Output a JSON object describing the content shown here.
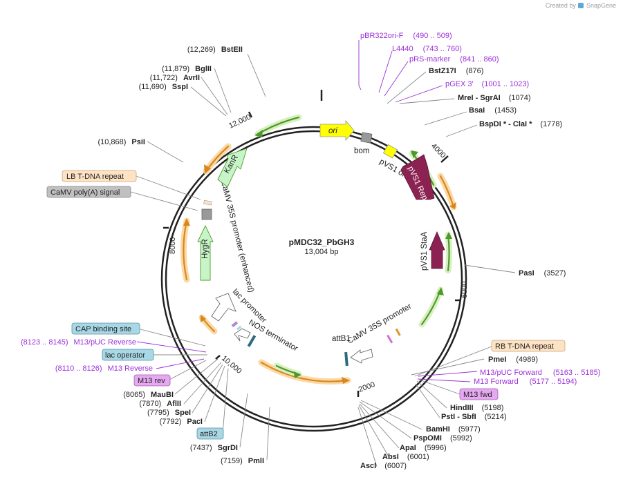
{
  "brand": {
    "created_by": "Created by",
    "app_name": "SnapGene"
  },
  "plasmid": {
    "name": "pMDC32_PbGH3",
    "size_label": "13,004 bp"
  },
  "ticks": [
    "2000",
    "4000",
    "6000",
    "8000",
    "10,000",
    "12,000"
  ],
  "sites_right": [
    {
      "name": "pBR322ori-F",
      "pos": "(490 .. 509)",
      "color": "purple"
    },
    {
      "name": "L4440",
      "pos": "(743 .. 760)",
      "color": "purple"
    },
    {
      "name": "pRS-marker",
      "pos": "(841 .. 860)",
      "color": "purple"
    },
    {
      "name": "BstZ17I",
      "pos": "(876)",
      "color": "black"
    },
    {
      "name": "pGEX 3'",
      "pos": "(1001 .. 1023)",
      "color": "purple"
    },
    {
      "name": "MreI - SgrAI",
      "pos": "(1074)",
      "color": "black"
    },
    {
      "name": "BsaI",
      "pos": "(1453)",
      "color": "black"
    },
    {
      "name": "BspDI * - ClaI *",
      "pos": "(1778)",
      "color": "black"
    },
    {
      "name": "PasI",
      "pos": "(3527)",
      "color": "black"
    },
    {
      "name": "PmeI",
      "pos": "(4989)",
      "color": "black"
    },
    {
      "name": "M13/pUC Forward",
      "pos": "(5163 .. 5185)",
      "color": "purple"
    },
    {
      "name": "M13 Forward",
      "pos": "(5177 .. 5194)",
      "color": "purple"
    },
    {
      "name": "HindIII",
      "pos": "(5198)",
      "color": "black"
    },
    {
      "name": "PstI - SbfI",
      "pos": "(5214)",
      "color": "black"
    },
    {
      "name": "BamHI",
      "pos": "(5977)",
      "color": "black"
    },
    {
      "name": "PspOMI",
      "pos": "(5992)",
      "color": "black"
    },
    {
      "name": "ApaI",
      "pos": "(5996)",
      "color": "black"
    },
    {
      "name": "AbsI",
      "pos": "(6001)",
      "color": "black"
    },
    {
      "name": "AscI",
      "pos": "(6007)",
      "color": "black"
    }
  ],
  "sites_left": [
    {
      "name": "BstEII",
      "pos": "(12,269)",
      "color": "black"
    },
    {
      "name": "BglII",
      "pos": "(11,879)",
      "color": "black"
    },
    {
      "name": "AvrII",
      "pos": "(11,722)",
      "color": "black"
    },
    {
      "name": "SspI",
      "pos": "(11,690)",
      "color": "black"
    },
    {
      "name": "PsiI",
      "pos": "(10,868)",
      "color": "black"
    },
    {
      "name": "M13/pUC Reverse",
      "pos": "(8123 .. 8145)",
      "color": "purple"
    },
    {
      "name": "M13 Reverse",
      "pos": "(8110 .. 8126)",
      "color": "purple"
    },
    {
      "name": "MauBI",
      "pos": "(8065)",
      "color": "black"
    },
    {
      "name": "AflII",
      "pos": "(7870)",
      "color": "black"
    },
    {
      "name": "SpeI",
      "pos": "(7795)",
      "color": "black"
    },
    {
      "name": "PacI",
      "pos": "(7792)",
      "color": "black"
    },
    {
      "name": "SgrDI",
      "pos": "(7437)",
      "color": "black"
    },
    {
      "name": "PmlI",
      "pos": "(7159)",
      "color": "black"
    }
  ],
  "boxed_labels": [
    {
      "text": "LB T-DNA repeat",
      "kind": "repeat"
    },
    {
      "text": "CaMV poly(A) signal",
      "kind": "terminator"
    },
    {
      "text": "CAP binding site",
      "kind": "protein-bind"
    },
    {
      "text": "lac operator",
      "kind": "protein-bind"
    },
    {
      "text": "M13 rev",
      "kind": "primer"
    },
    {
      "text": "attB2",
      "kind": "protein-bind"
    },
    {
      "text": "RB T-DNA repeat",
      "kind": "repeat"
    },
    {
      "text": "M13 fwd",
      "kind": "primer"
    }
  ],
  "features": [
    {
      "text": "ori"
    },
    {
      "text": "bom"
    },
    {
      "text": "pVS1 oriV"
    },
    {
      "text": "pVS1 RepA"
    },
    {
      "text": "pVS1 StaA"
    },
    {
      "text": "attB1"
    },
    {
      "text": "CaMV 35S promoter"
    },
    {
      "text": "NOS terminator"
    },
    {
      "text": "lac promoter"
    },
    {
      "text": "CaMV 35S promoter (enhanced)"
    },
    {
      "text": "HygR"
    },
    {
      "text": "KanR"
    }
  ],
  "colors": {
    "backbone": "#222222",
    "primer_text": "#9b30d9",
    "ori": "#ffff00",
    "repa": "#8b2252",
    "resistance": "#c8f5c8",
    "repeat_box": "#fde3c4",
    "terminator_box": "#c0c0c0",
    "protein_bind_box": "#a8d8e6",
    "primer_box": "#e6a8f0",
    "orf_green": "#6ab83a",
    "orf_orange": "#e3922a"
  }
}
